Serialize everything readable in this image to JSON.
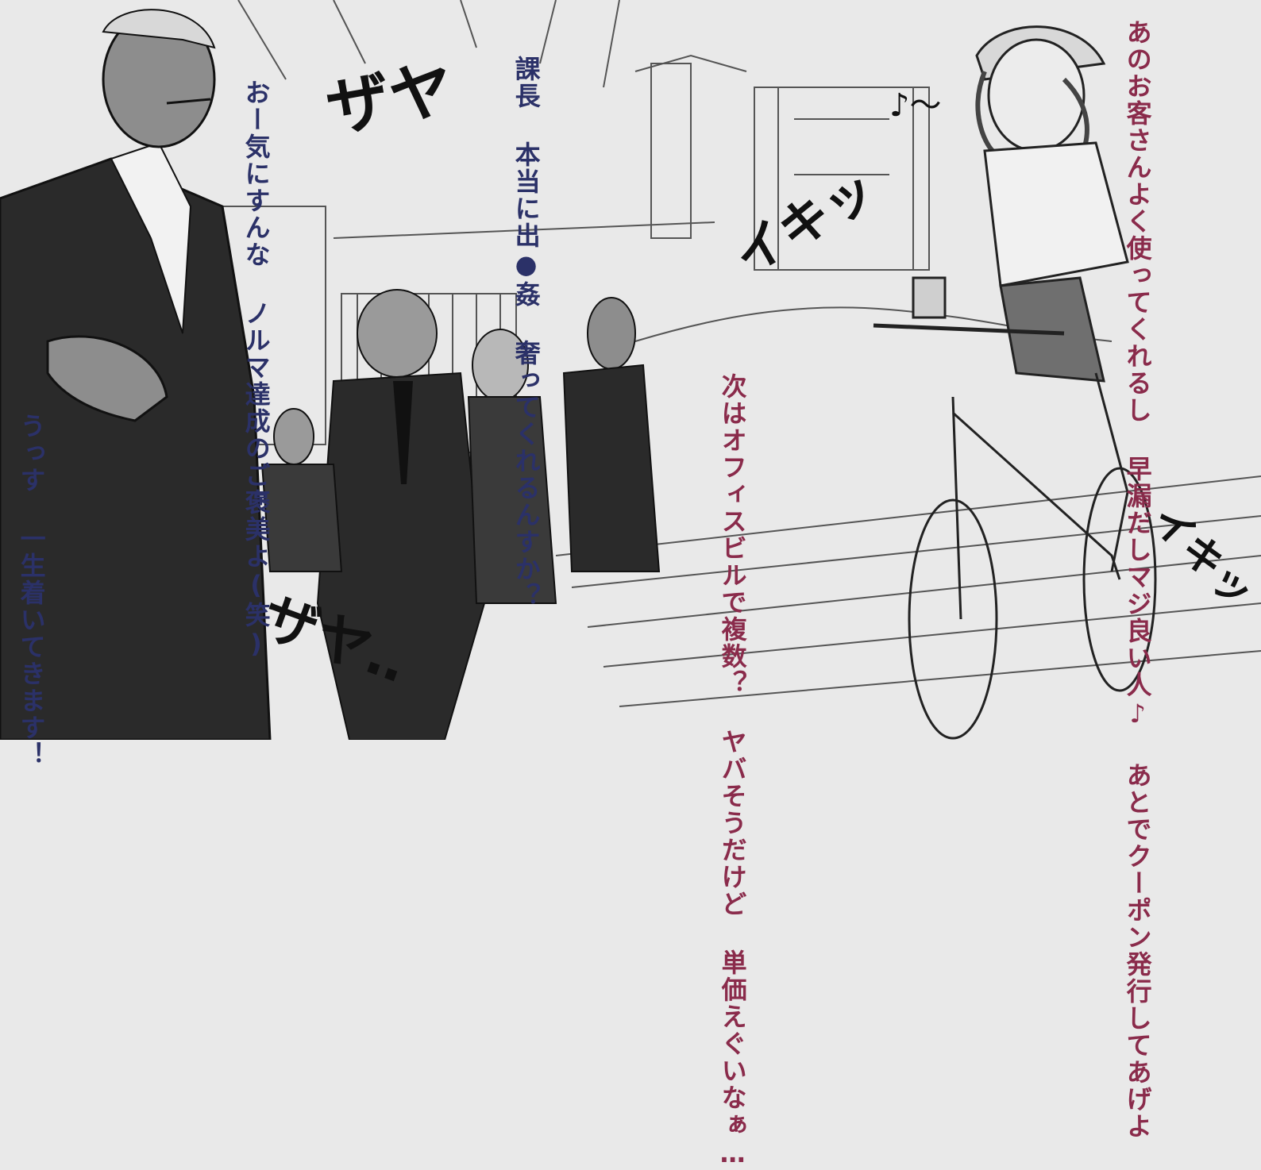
{
  "bubbles": {
    "boss": [
      "おー気にすんな",
      "ノルマ達成のご褒美よ(笑)"
    ],
    "employee_question": [
      "課長 本当に出●姦",
      "奢ってくれるんすか？"
    ],
    "employee_reply": [
      "うっす",
      "一生着いてきます！"
    ],
    "cyclist_thought": [
      "あのお客さんよく使ってくれるし",
      "早漏だしマジ良い人♪",
      "あとでクーポン発行してあげよ"
    ],
    "cyclist_next": [
      "次はオフィスビルで複数？",
      "ヤバそうだけど",
      "単価えぐいなぁ…"
    ]
  },
  "sfx": {
    "zawa1": "ザヤ",
    "zawa2": "ザヤ‥",
    "ikkun1": "イキッ",
    "ikkun2": "イキッ",
    "hum": "♪〜"
  },
  "colors": {
    "background": "#e9e9e9",
    "suit": "#2a2a2a",
    "navy_text": "#2b3168",
    "wine_text": "#8a2b4b"
  }
}
